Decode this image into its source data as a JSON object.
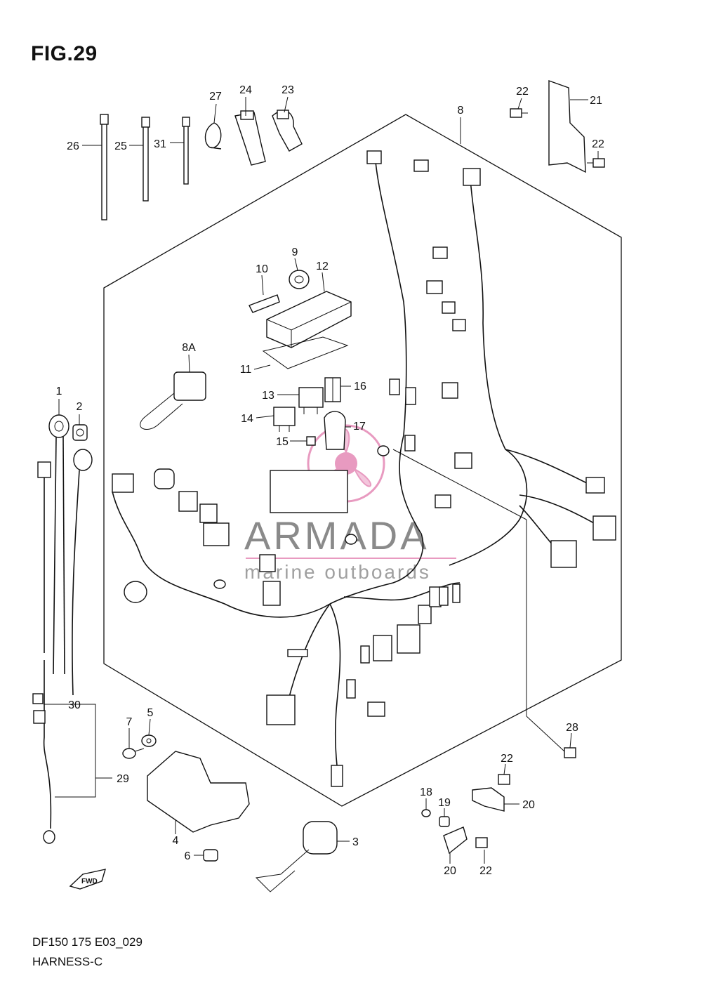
{
  "figure": {
    "title": "FIG.29",
    "code": "DF150 175 E03_029",
    "name": "HARNESS-C"
  },
  "watermark": {
    "brand": "ARMADA",
    "tagline": "marine outboards",
    "accent_color": "#e89ac0"
  },
  "fwd_label": "FWD",
  "callouts": [
    "1",
    "2",
    "3",
    "4",
    "5",
    "6",
    "7",
    "8",
    "8A",
    "9",
    "10",
    "11",
    "12",
    "13",
    "14",
    "15",
    "16",
    "17",
    "18",
    "19",
    "20",
    "20",
    "21",
    "22",
    "22",
    "22",
    "22",
    "23",
    "24",
    "25",
    "26",
    "27",
    "28",
    "29",
    "30",
    "31"
  ],
  "colors": {
    "line": "#111111",
    "background": "#ffffff"
  }
}
